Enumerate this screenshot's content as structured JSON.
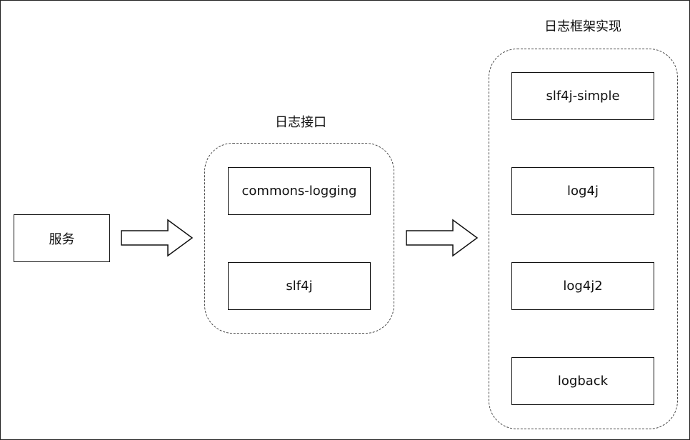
{
  "nodes": {
    "service": "服务",
    "interface_group_title": "日志接口",
    "interfaces": [
      "commons-logging",
      "slf4j"
    ],
    "impl_group_title": "日志框架实现",
    "implementations": [
      "slf4j-simple",
      "log4j",
      "log4j2",
      "logback"
    ]
  }
}
